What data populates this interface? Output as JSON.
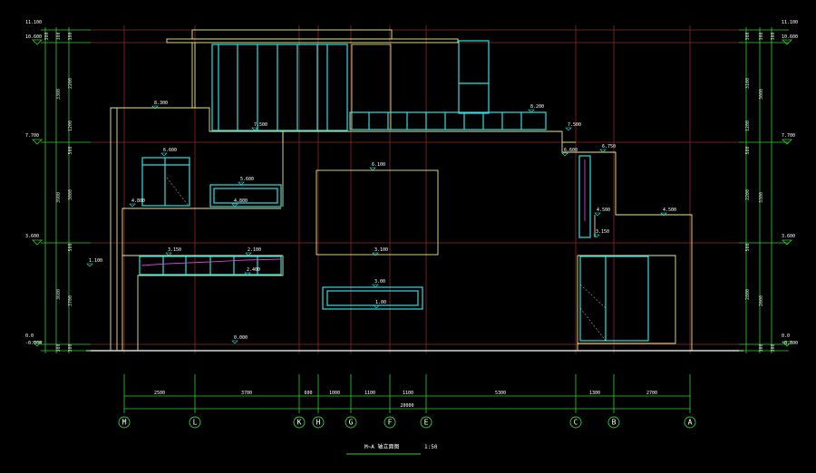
{
  "drawing": {
    "title": "M~A 轴立面图",
    "scale": "1:50",
    "colors": {
      "background": "#000000",
      "grid": "#8a2a2a",
      "wall": "#e8e890",
      "glass": "#30e0e0",
      "dimension": "#30d030",
      "text": "#ffffff",
      "accent": "#d040d0"
    }
  },
  "axes": [
    "M",
    "L",
    "K",
    "H",
    "G",
    "F",
    "E",
    "C",
    "B",
    "A"
  ],
  "dimensions": {
    "segments": [
      "2500",
      "3700",
      "600",
      "1000",
      "1100",
      "1100",
      "5300",
      "1300",
      "2700"
    ],
    "total": "20000"
  },
  "left_levels": {
    "elevations": [
      "11.100",
      "10.600",
      "7.700",
      "3.600",
      "0.0",
      "-0.300"
    ],
    "dims": [
      "300",
      "300",
      "300",
      "2200",
      "3300",
      "1200",
      "500",
      "3000",
      "3900",
      "500",
      "3600",
      "3700",
      "300",
      "300"
    ]
  },
  "right_levels": {
    "elevations": [
      "11.100",
      "10.600",
      "7.700",
      "3.600",
      "0.0",
      "-0.300"
    ],
    "dims": [
      "300",
      "300",
      "300",
      "3100",
      "3000",
      "1200",
      "500",
      "2200",
      "3300",
      "500",
      "2800",
      "2000",
      "300",
      "300"
    ]
  },
  "level_marks": [
    "8.300",
    "7.500",
    "8.200",
    "7.500",
    "6.600",
    "5.600",
    "4.800",
    "4.800",
    "6.100",
    "3.100",
    "3.150",
    "2.100",
    "2.400",
    "3.00",
    "1.00",
    "0.000",
    "6.600",
    "6.750",
    "4.500",
    "4.500",
    "3.150",
    "1.100"
  ]
}
